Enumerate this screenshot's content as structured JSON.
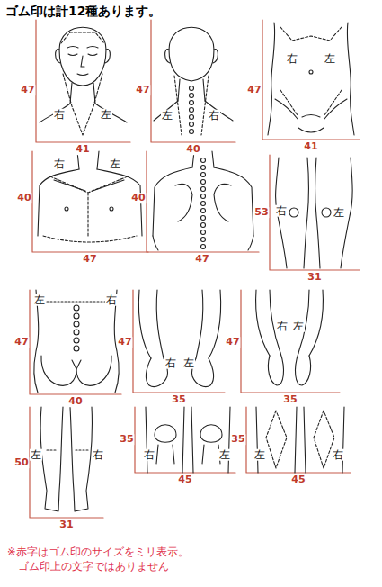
{
  "diagram": {
    "title": "ゴム印は計12種あります。",
    "caption": "※赤字はゴム印のサイズをミリ表示。 ゴム印上の文字ではありません",
    "labels": [
      "47",
      "右",
      "左",
      "41",
      "47",
      "左",
      "右",
      "40",
      "47",
      "右",
      "左",
      "41",
      "40",
      "右",
      "左",
      "47",
      "40",
      "47",
      "53",
      "右",
      "左",
      "31",
      "左",
      "右",
      "47",
      "40",
      "47",
      "右",
      "左",
      "35",
      "47",
      "右",
      "左",
      "35",
      "50",
      "左",
      "右",
      "31",
      "35",
      "右",
      "左",
      "45",
      "35",
      "左",
      "右",
      "45"
    ]
  }
}
